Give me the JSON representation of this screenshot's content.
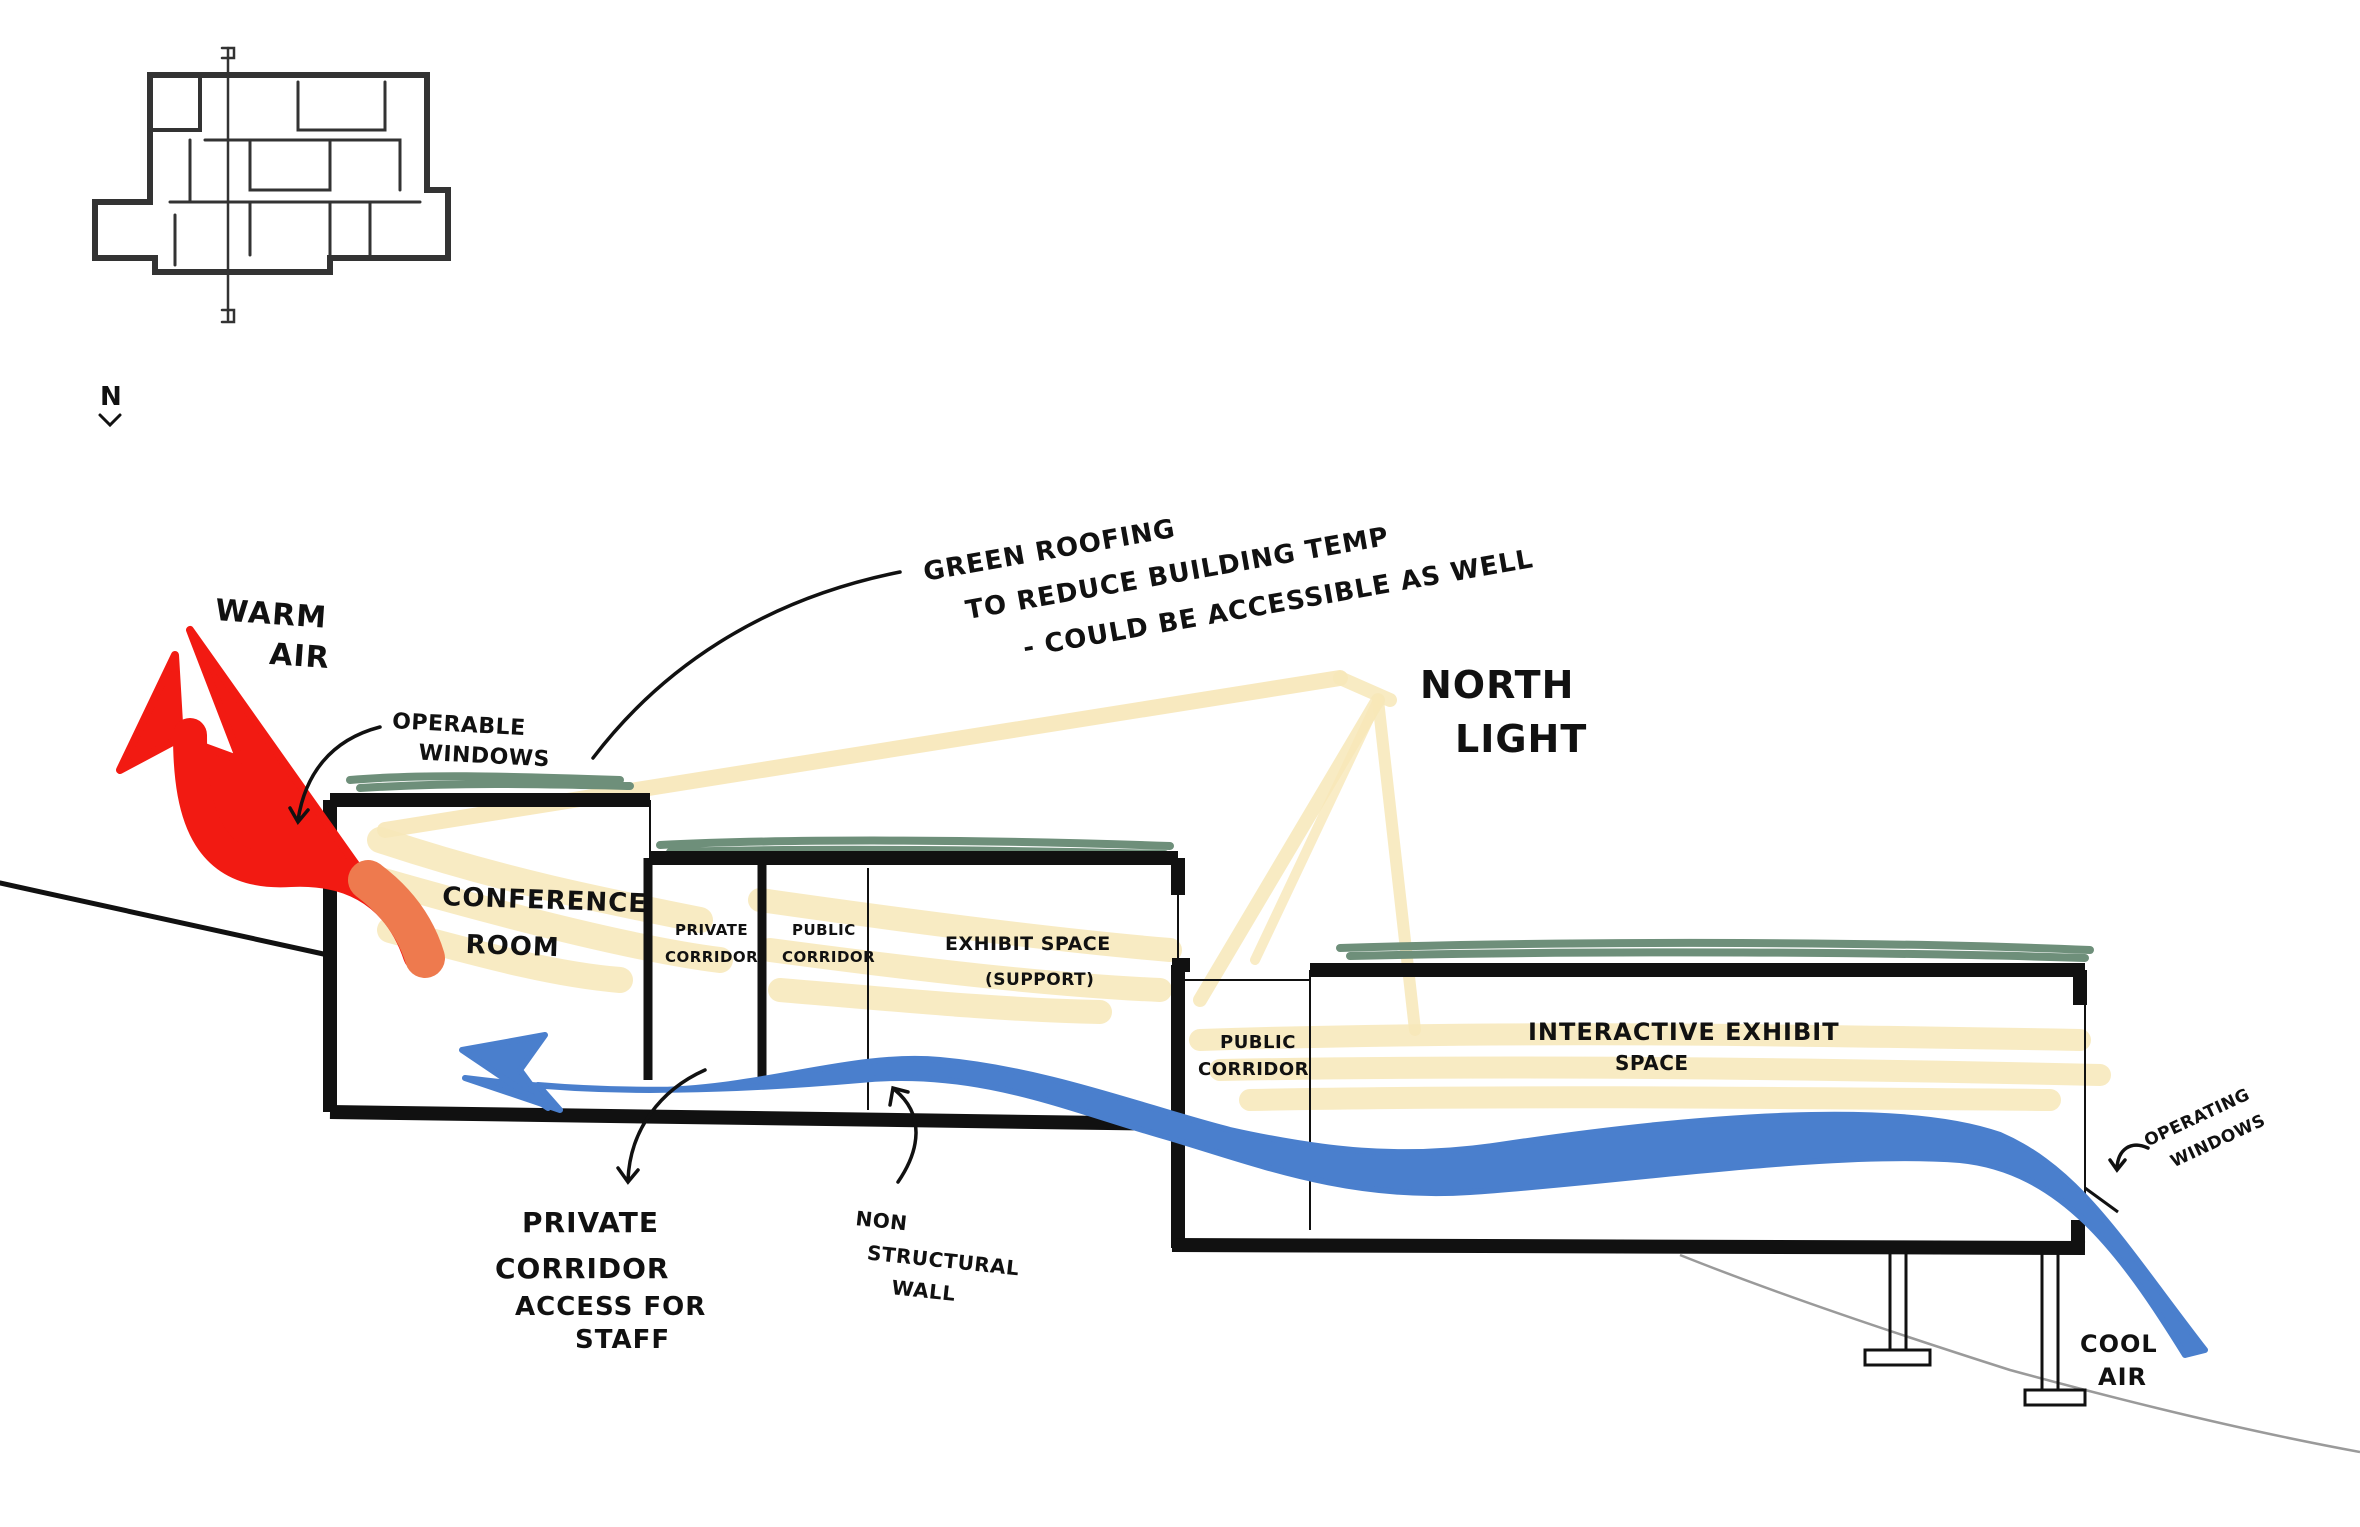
{
  "annotations": {
    "north_marker": "N",
    "warm_air": [
      "WARM",
      "AIR"
    ],
    "operable_windows_top": [
      "OPERABLE",
      "WINDOWS"
    ],
    "green_roofing": [
      "GREEN ROOFING",
      "TO REDUCE BUILDING TEMP",
      "- COULD BE ACCESSIBLE AS WELL"
    ],
    "north_light": [
      "NORTH",
      "LIGHT"
    ],
    "conference_room": [
      "CONFERENCE",
      "ROOM"
    ],
    "private_corridor_room": [
      "PRIVATE",
      "CORRIDOR"
    ],
    "public_corridor_room": [
      "PUBLIC",
      "CORRIDOR"
    ],
    "exhibit_space": [
      "EXHIBIT SPACE",
      "(SUPPORT)"
    ],
    "public_corridor_lower": [
      "PUBLIC",
      "CORRIDOR"
    ],
    "interactive_exhibit": [
      "INTERACTIVE EXHIBIT",
      "SPACE"
    ],
    "operable_windows_right": [
      "OPERATING",
      "WINDOWS"
    ],
    "private_corridor_note": [
      "PRIVATE",
      "CORRIDOR",
      "ACCESS FOR",
      "STAFF"
    ],
    "non_structural_wall": [
      "NON",
      "STRUCTURAL",
      "WALL"
    ],
    "cool_air": [
      "COOL",
      "AIR"
    ]
  },
  "colors": {
    "ink": "#111111",
    "warm_air_red": "#f21a12",
    "warm_air_orange": "#ee7a4e",
    "cool_air_blue": "#4a7fcd",
    "light_wash_yellow": "#f7e7b8",
    "green_roof": "#6e8f7a",
    "ground_grey": "#9a9a9a"
  }
}
